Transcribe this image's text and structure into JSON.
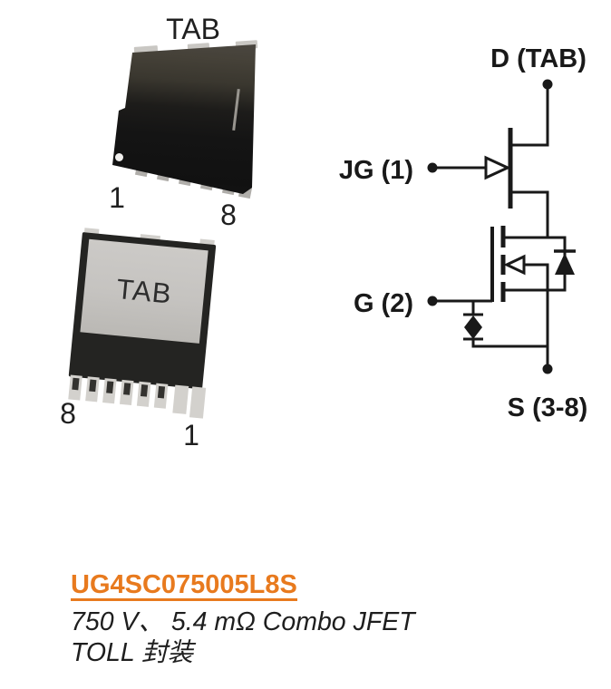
{
  "top_package": {
    "tab_label": "TAB",
    "pin_left": "1",
    "pin_right": "8"
  },
  "bottom_package": {
    "tab_label": "TAB",
    "pin_left": "8",
    "pin_right": "1"
  },
  "schematic": {
    "drain_label": "D (TAB)",
    "jfet_gate_label": "JG (1)",
    "mosfet_gate_label": "G (2)",
    "source_label": "S (3-8)"
  },
  "product": {
    "part_number": "UG4SC075005L8S",
    "description_line1": "750 V、 5.4 mΩ Combo JFET",
    "description_line2": "TOLL 封装",
    "link_color": "#e87a1e"
  }
}
